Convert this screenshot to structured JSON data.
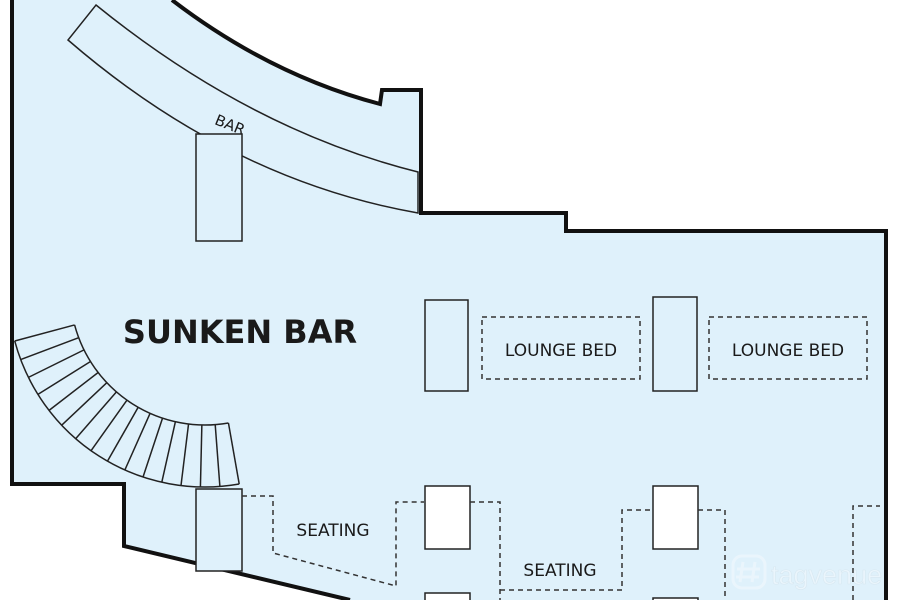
{
  "plan": {
    "room_title": "SUNKEN BAR",
    "bar_label": "BAR",
    "lounge_bed_1": "LOUNGE BED",
    "lounge_bed_2": "LOUNGE BED",
    "seating_1": "SEATING",
    "seating_2": "SEATING",
    "stair_steps": 15
  },
  "watermark": {
    "text": "tagvenue"
  },
  "colors": {
    "floor": "#dff1fb",
    "wall": "#111111",
    "furniture": "#ffffff"
  }
}
